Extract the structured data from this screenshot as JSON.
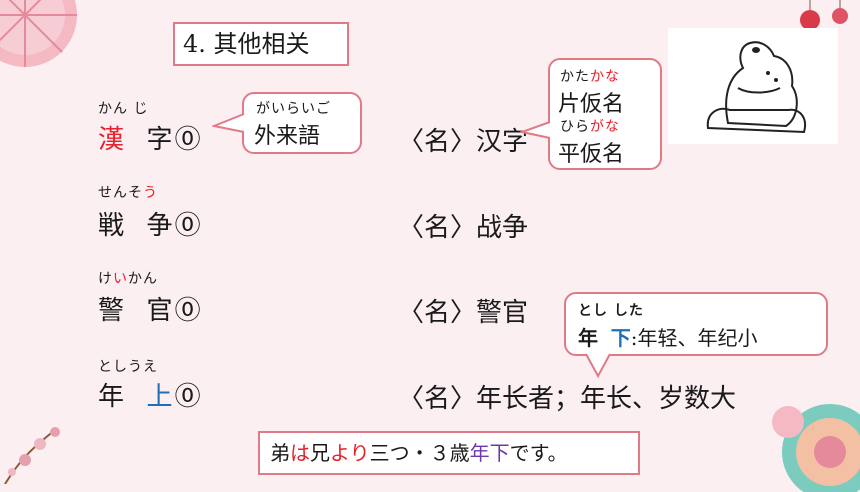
{
  "title": "4. 其他相关",
  "entries": [
    {
      "ruby": "かん じ",
      "kanji_a": "漢",
      "kanji_b": "字",
      "accent": "⓪",
      "meaning": "〈名〉汉字"
    },
    {
      "ruby_a": "せんそ",
      "ruby_b": "う",
      "kanji_a": "戦",
      "kanji_b": "争",
      "accent": "⓪",
      "meaning": "〈名〉战争"
    },
    {
      "ruby_a": "け",
      "ruby_b": "い",
      "ruby_c": "かん",
      "kanji_a": "警",
      "kanji_b": "官",
      "accent": "⓪",
      "meaning": "〈名〉警官"
    },
    {
      "ruby": "としうえ",
      "kanji_a": "年",
      "kanji_b": "上",
      "accent": "⓪",
      "meaning": "〈名〉年长者；年长、岁数大"
    }
  ],
  "bubble_gairaigo": {
    "ruby": "がいらいご",
    "text": "外来語"
  },
  "bubble_kana": {
    "kata_ruby_a": "かた",
    "kata_ruby_b": "かな",
    "kata_text": "片仮名",
    "hira_ruby_a": "ひら",
    "hira_ruby_b": "がな",
    "hira_text": "平仮名"
  },
  "bubble_toshishita": {
    "ruby": "とし した",
    "kanji_a": "年",
    "kanji_b": "下",
    "meaning": ":年轻、年纪小"
  },
  "sentence": {
    "p1": "弟",
    "p2": "は",
    "p3": "兄",
    "p4": "より",
    "p5": "三つ・３歳",
    "p6": "年下",
    "p7": "です。"
  },
  "colors": {
    "red": "#e8202a",
    "blue": "#1f6fb8",
    "purple": "#6b3aa8",
    "border": "#e07a86"
  }
}
